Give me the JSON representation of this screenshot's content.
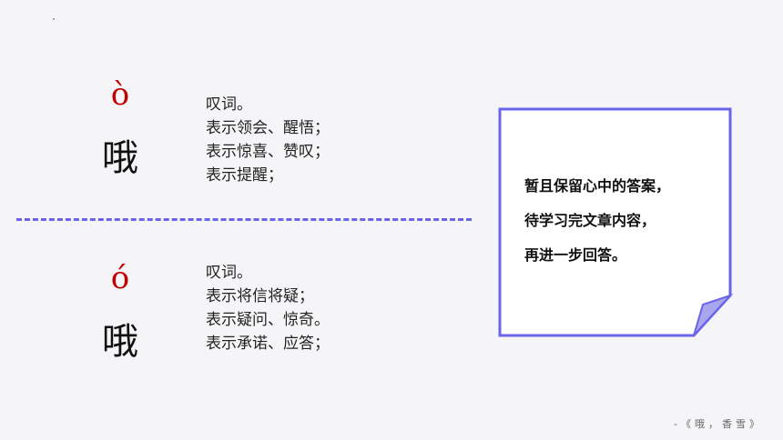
{
  "entries": [
    {
      "pinyin": "ò",
      "character": "哦",
      "definitions": [
        "叹词。",
        "表示领会、醒悟；",
        "表示惊喜、赞叹；",
        "表示提醒；"
      ]
    },
    {
      "pinyin": "ó",
      "character": "哦",
      "definitions": [
        "叹词。",
        "表示将信将疑；",
        "表示疑问、惊奇。",
        "表示承诺、应答；"
      ]
    }
  ],
  "note": {
    "lines": [
      "暂且保留心中的答案，",
      "待学习完文章内容，",
      "再进一步回答。"
    ]
  },
  "footer": {
    "text": "-《哦，香雪》"
  },
  "colors": {
    "pinyin": "#c00000",
    "accent": "#6a64e8",
    "fold": "#a9a6f0"
  }
}
